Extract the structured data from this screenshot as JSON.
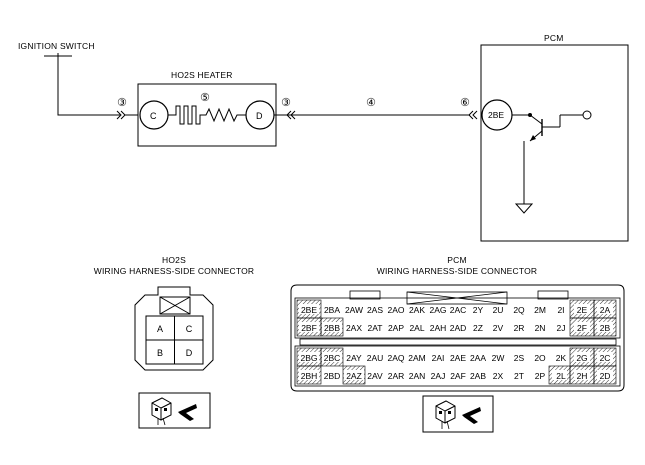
{
  "circuit": {
    "ignition_switch": "IGNITION SWITCH",
    "heater_title": "HO2S HEATER",
    "pcm_title": "PCM",
    "pin_c": "C",
    "pin_d": "D",
    "pin_2be": "2BE",
    "marker_left": "③",
    "marker_heater": "⑤",
    "marker_right": "③",
    "marker_wire": "④",
    "marker_pcm": "⑥"
  },
  "ho2s_connector": {
    "title_line1": "HO2S",
    "title_line2": "WIRING HARNESS-SIDE CONNECTOR",
    "pins": [
      "A",
      "C",
      "B",
      "D"
    ]
  },
  "pcm_connector": {
    "title_line1": "PCM",
    "title_line2": "WIRING HARNESS-SIDE CONNECTOR",
    "row1": [
      "2BE",
      "2BA",
      "2AW",
      "2AS",
      "2AO",
      "2AK",
      "2AG",
      "2AC",
      "2Y",
      "2U",
      "2Q",
      "2M",
      "2I",
      "2E",
      "2A"
    ],
    "row2": [
      "2BF",
      "2BB",
      "2AX",
      "2AT",
      "2AP",
      "2AL",
      "2AH",
      "2AD",
      "2Z",
      "2V",
      "2R",
      "2N",
      "2J",
      "2F",
      "2B"
    ],
    "row3": [
      "2BG",
      "2BC",
      "2AY",
      "2AU",
      "2AQ",
      "2AM",
      "2AI",
      "2AE",
      "2AA",
      "2W",
      "2S",
      "2O",
      "2K",
      "2G",
      "2C"
    ],
    "row4": [
      "2BH",
      "2BD",
      "2AZ",
      "2AV",
      "2AR",
      "2AN",
      "2AJ",
      "2AF",
      "2AB",
      "2X",
      "2T",
      "2P",
      "2L",
      "2H",
      "2D"
    ]
  }
}
